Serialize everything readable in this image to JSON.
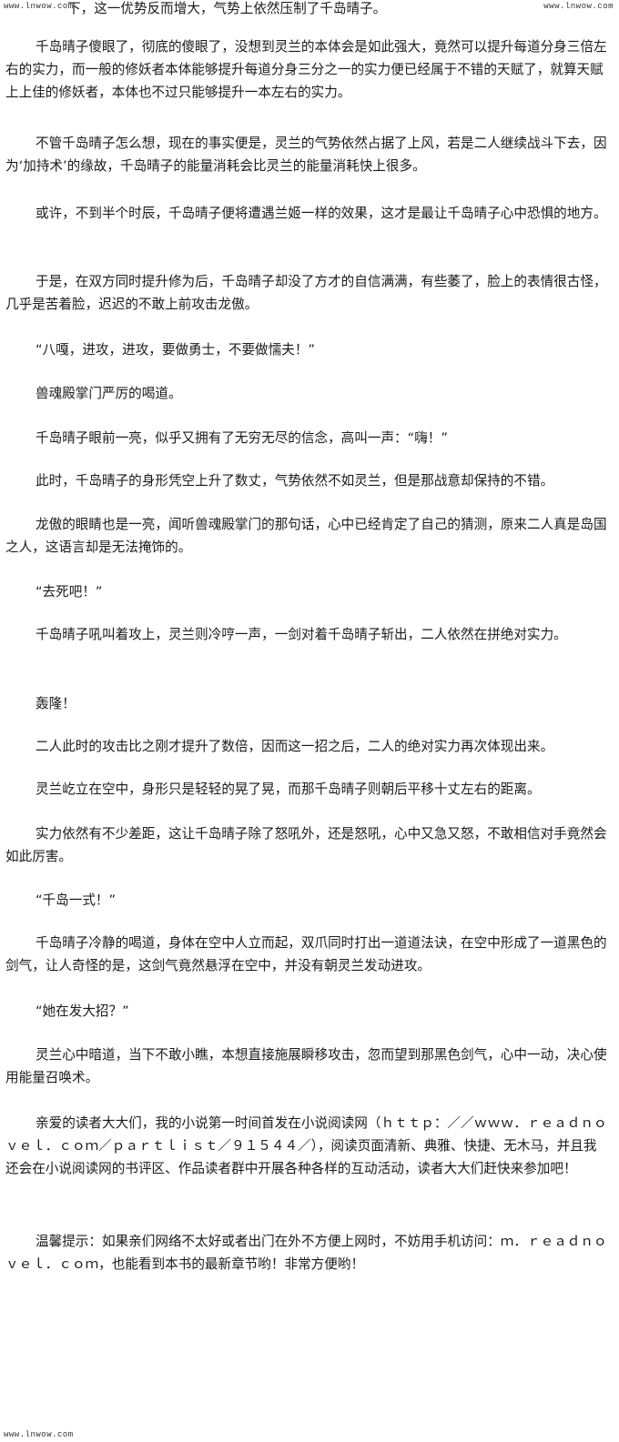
{
  "watermarks": {
    "top_left": "www.lnwow.com",
    "top_right": "www.lnwow.com",
    "bottom_left": "www.lnwow.com"
  },
  "paragraphs": [
    "下，这一优势反而增大，气势上依然压制了千岛晴子。",
    "千岛晴子傻眼了，彻底的傻眼了，没想到灵兰的本体会是如此强大，竟然可以提升每道分身三倍左右的实力，而一般的修妖者本体能够提升每道分身三分之一的实力便已经属于不错的天赋了，就算天赋上上佳的修妖者，本体也不过只能够提升一本左右的实力。",
    "不管千岛晴子怎么想，现在的事实便是，灵兰的气势依然占据了上风，若是二人继续战斗下去，因为‘加持术’的缘故，千岛晴子的能量消耗会比灵兰的能量消耗快上很多。",
    "或许，不到半个时辰，千岛晴子便将遭遇兰姬一样的效果，这才是最让千岛晴子心中恐惧的地方。",
    "于是，在双方同时提升修为后，千岛晴子却没了方才的自信满满，有些萎了，脸上的表情很古怪，几乎是苦着脸，迟迟的不敢上前攻击龙傲。",
    "“八嘎，进攻，进攻，要做勇士，不要做懦夫！”",
    "兽魂殿掌门严厉的喝道。",
    "千岛晴子眼前一亮，似乎又拥有了无穷无尽的信念，高叫一声：“嗨！”",
    "此时，千岛晴子的身形凭空上升了数丈，气势依然不如灵兰，但是那战意却保持的不错。",
    "龙傲的眼睛也是一亮，闻听兽魂殿掌门的那句话，心中已经肯定了自己的猜测，原来二人真是岛国之人，这语言却是无法掩饰的。",
    "“去死吧！”",
    "千岛晴子吼叫着攻上，灵兰则冷哼一声，一剑对着千岛晴子斩出，二人依然在拼绝对实力。",
    "轰隆！",
    "二人此时的攻击比之刚才提升了数倍，因而这一招之后，二人的绝对实力再次体现出来。",
    "灵兰屹立在空中，身形只是轻轻的晃了晃，而那千岛晴子则朝后平移十丈左右的距离。",
    "实力依然有不少差距，这让千岛晴子除了怒吼外，还是怒吼，心中又急又怒，不敢相信对手竟然会如此厉害。",
    "“千岛一式！”",
    "千岛晴子冷静的喝道，身体在空中人立而起，双爪同时打出一道道法诀，在空中形成了一道黑色的剑气，让人奇怪的是，这剑气竟然悬浮在空中，并没有朝灵兰发动进攻。",
    "“她在发大招？”",
    "灵兰心中暗道，当下不敢小瞧，本想直接施展瞬移攻击，忽而望到那黑色剑气，心中一动，决心使用能量召唤术。",
    "亲爱的读者大大们，我的小说第一时间首发在小说阅读网（ｈｔｔｐ：／／ｗｗｗ．ｒｅａｄｎｏｖｅｌ．ｃｏｍ／ｐａｒｔｌｉｓｔ／９１５４４／），阅读页面清新、典雅、快捷、无木马，并且我还会在小说阅读网的书评区、作品读者群中开展各种各样的互动活动，读者大大们赶快来参加吧！",
    "温馨提示：如果亲们网络不太好或者出门在外不方便上网时，不妨用手机访问：ｍ．ｒｅａｄｎｏｖｅｌ．ｃｏｍ，也能看到本书的最新章节哟！非常方便哟！"
  ]
}
